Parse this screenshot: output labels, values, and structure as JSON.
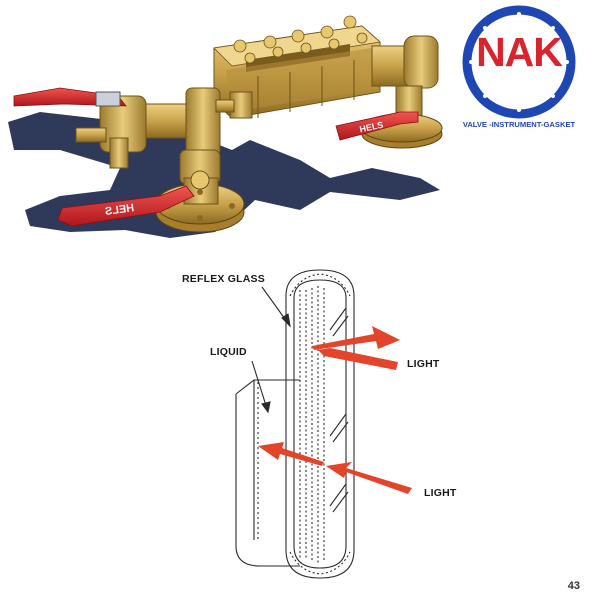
{
  "logo": {
    "wordmark": "NAK",
    "tagline": "VALVE -INSTRUMENT-GASKET",
    "colors": {
      "ring": "#1f47b4",
      "text": "#d8242c"
    }
  },
  "product_photo": {
    "handle_brand_text": "HELS",
    "colors": {
      "brass": "#c9a24a",
      "handle": "#d6252b",
      "shadow": "#2f3a5a"
    }
  },
  "diagram": {
    "labels": {
      "reflex_glass": "REFLEX GLASS",
      "liquid": "LIQUID",
      "light_top": "LIGHT",
      "light_bottom": "LIGHT"
    },
    "colors": {
      "arrow": "#e3442a",
      "outline": "#2a2a2a"
    }
  },
  "page_number": "43"
}
